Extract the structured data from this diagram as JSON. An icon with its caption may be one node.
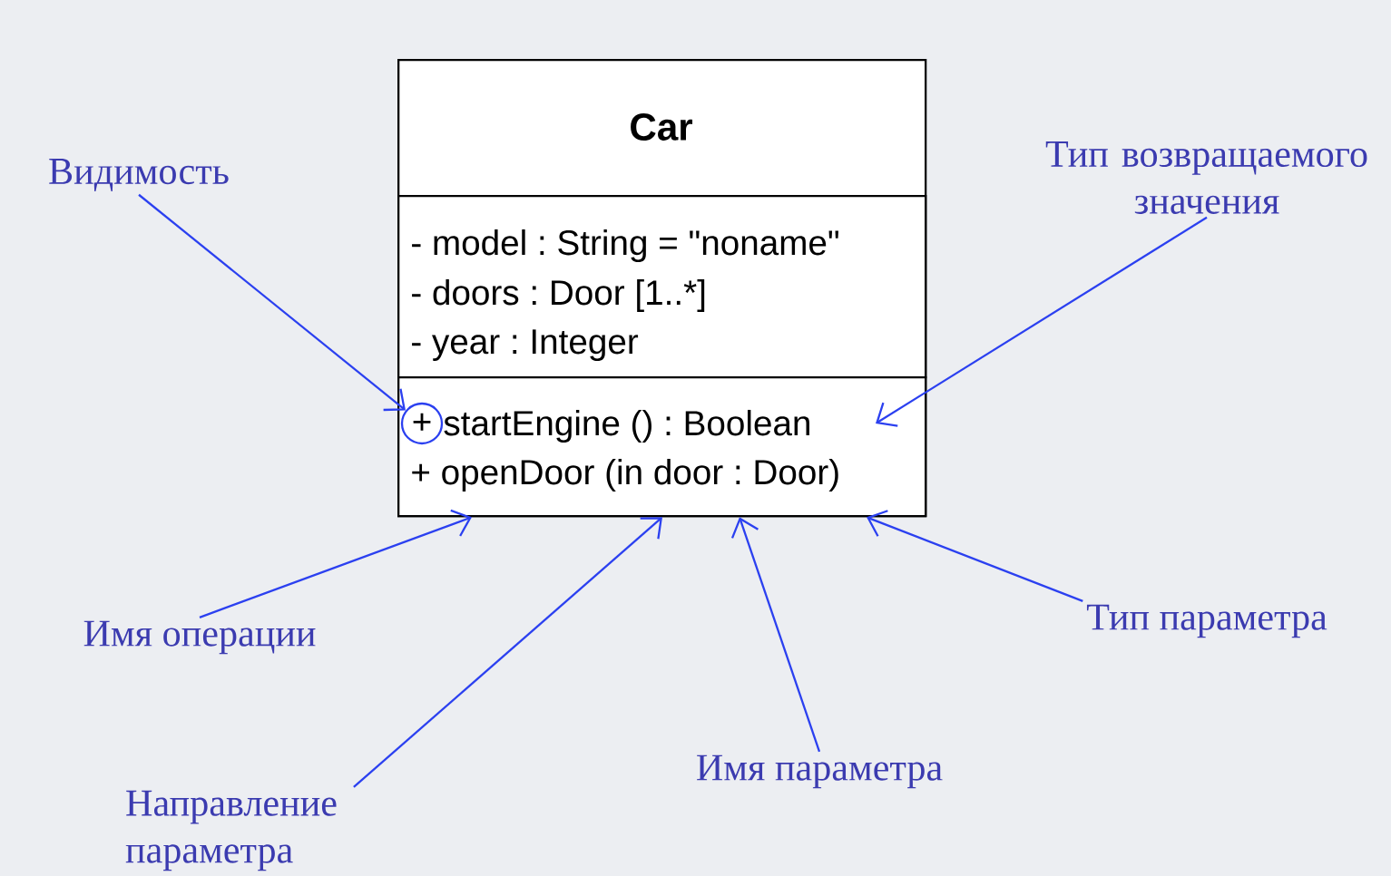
{
  "diagram": {
    "nodes": [
      {
        "text": [
          "Car"
        ]
      },
      {
        "text": [
          "- model : String = \"noname\"",
          "- doors : Door [1..*]",
          "- year : Integer"
        ],
        "in": 0
      },
      {
        "text": [
          "startEngine () : Boolean",
          "+ openDoor (in door : Door)"
        ],
        "in": 0
      },
      {
        "text": [
          "+"
        ],
        "in": 2
      },
      {
        "text": [
          "Видимость"
        ]
      },
      {
        "text": [
          "Тип возвращаемого значения"
        ]
      },
      {
        "text": [
          "Имя операции"
        ]
      },
      {
        "text": [
          "Направление параметра"
        ]
      },
      {
        "text": [
          "Имя параметра"
        ]
      },
      {
        "text": [
          "Тип параметра"
        ]
      }
    ],
    "edges": [
      {
        "from": 4,
        "to": 3,
        "arrow": "to"
      },
      {
        "from": 5,
        "to": 2,
        "arrow": "to"
      },
      {
        "from": 6,
        "to": 2,
        "arrow": "to"
      },
      {
        "from": 7,
        "to": 2,
        "arrow": "to"
      },
      {
        "from": 8,
        "to": 2,
        "arrow": "to"
      },
      {
        "from": 9,
        "to": 2,
        "arrow": "to"
      }
    ]
  }
}
